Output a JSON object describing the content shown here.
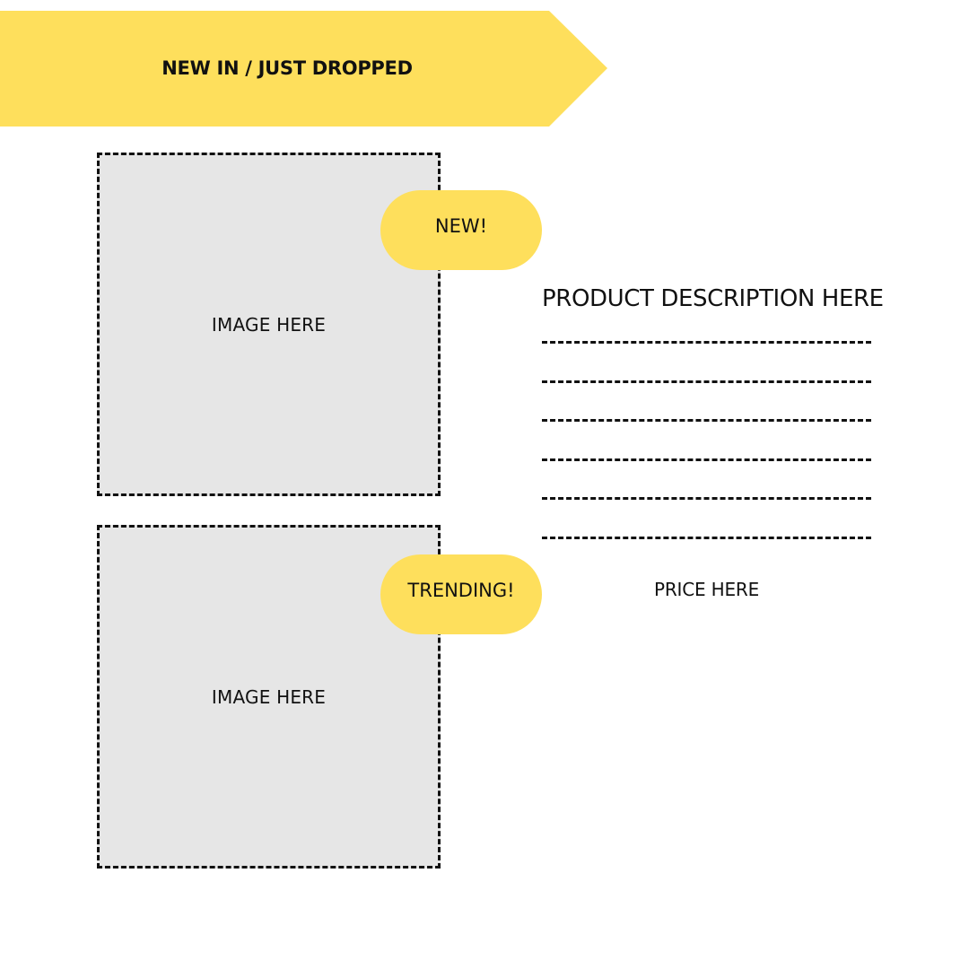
{
  "banner": {
    "title": "NEW IN / JUST DROPPED",
    "color": "#fedf5c"
  },
  "products": [
    {
      "image_label": "IMAGE HERE",
      "badge": "NEW!"
    },
    {
      "image_label": "IMAGE HERE",
      "badge": "TRENDING!"
    }
  ],
  "details": {
    "description_title": "PRODUCT DESCRIPTION HERE",
    "description_lines": 6,
    "price_label": "PRICE HERE"
  },
  "colors": {
    "accent": "#fedf5c",
    "placeholder": "#e6e6e6",
    "text": "#111111"
  }
}
